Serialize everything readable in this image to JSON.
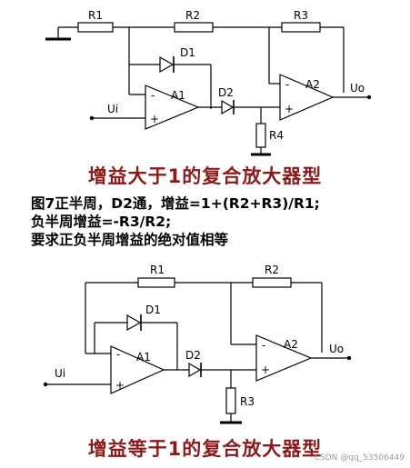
{
  "circuit_top": {
    "labels": {
      "r1": "R1",
      "r2": "R2",
      "r3": "R3",
      "d1": "D1",
      "d2": "D2",
      "a1": "A1",
      "a2": "A2",
      "r4": "R4",
      "ui": "Ui",
      "uo": "Uo",
      "minus": "-",
      "plus": "+"
    },
    "title": "增益大于1的复合放大器型"
  },
  "notes": [
    "图7正半周，D2通，增益=1+(R2+R3)/R1;",
    "负半周增益=-R3/R2;",
    "要求正负半周增益的绝对值相等"
  ],
  "circuit_bottom": {
    "labels": {
      "r1": "R1",
      "r2": "R2",
      "d1": "D1",
      "d2": "D2",
      "a1": "A1",
      "a2": "A2",
      "r3": "R3",
      "ui": "Ui",
      "uo": "Uo",
      "minus": "-",
      "plus": "+"
    },
    "title": "增益等于1的复合放大器型"
  },
  "watermark": "CSDN @qq_53506449"
}
